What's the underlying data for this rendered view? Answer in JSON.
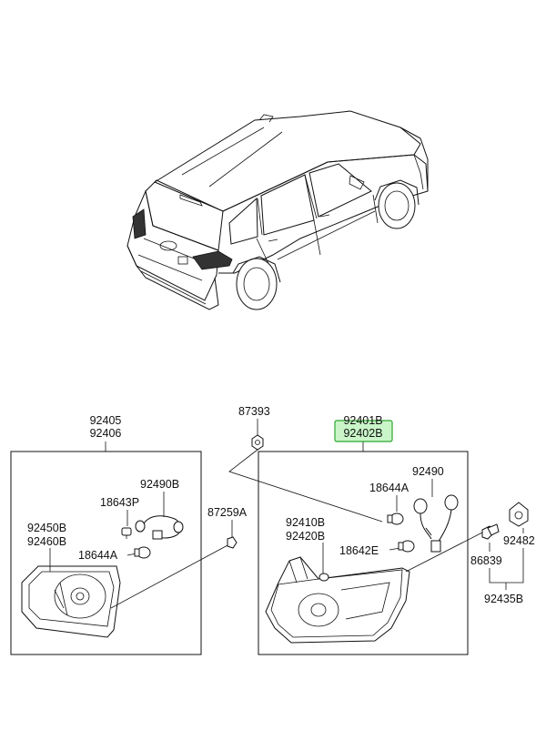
{
  "labels": {
    "p92405": "92405",
    "p92406": "92406",
    "p87393": "87393",
    "p92401B": "92401B",
    "p92402B": "92402B",
    "p92490B": "92490B",
    "p18643P": "18643P",
    "p92450B": "92450B",
    "p92460B": "92460B",
    "p18644A_left": "18644A",
    "p87259A": "87259A",
    "p18644A_right": "18644A",
    "p92490": "92490",
    "p92410B": "92410B",
    "p92420B": "92420B",
    "p18642E": "18642E",
    "p86839": "86839",
    "p92482": "92482",
    "p92435B": "92435B"
  },
  "highlight": {
    "part": "92402B",
    "color": "#c9f5c9",
    "border": "#2fa82f"
  }
}
